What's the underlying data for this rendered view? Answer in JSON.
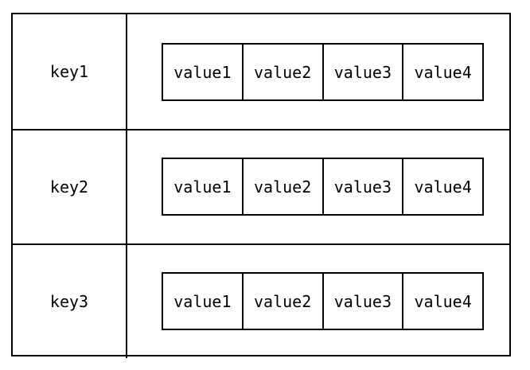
{
  "rows": [
    {
      "key": "key1",
      "values": [
        "value1",
        "value2",
        "value3",
        "value4"
      ]
    },
    {
      "key": "key2",
      "values": [
        "value1",
        "value2",
        "value3",
        "value4"
      ]
    },
    {
      "key": "key3",
      "values": [
        "value1",
        "value2",
        "value3",
        "value4"
      ]
    }
  ],
  "colors": {
    "line": "#000000",
    "background": "#ffffff",
    "text": "#000000"
  }
}
